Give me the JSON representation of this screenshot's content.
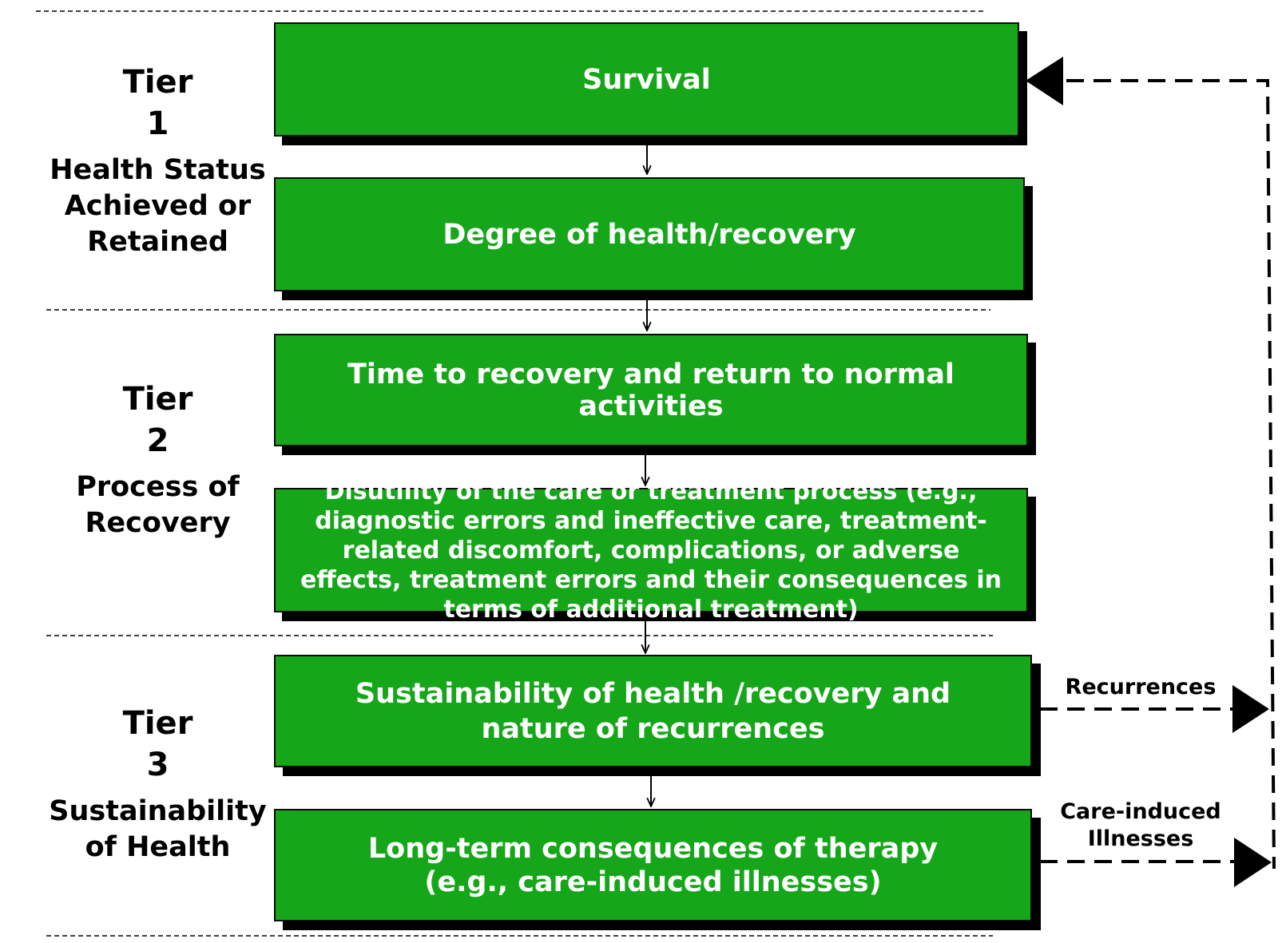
{
  "tiers": [
    {
      "title_line1": "Tier",
      "title_line2": "1",
      "description": "Health Status Achieved or Retained"
    },
    {
      "title_line1": "Tier",
      "title_line2": "2",
      "description": "Process of Recovery"
    },
    {
      "title_line1": "Tier",
      "title_line2": "3",
      "description": "Sustainability of Health"
    }
  ],
  "boxes": [
    {
      "text": "Survival"
    },
    {
      "text": "Degree of  health/recovery"
    },
    {
      "text": "Time to recovery and return to normal activities"
    },
    {
      "text": "Disutility of the care or treatment process (e.g., diagnostic errors and ineffective care, treatment-related discomfort, complications, or adverse effects, treatment errors and their consequences in terms of additional treatment)"
    },
    {
      "text": "Sustainability of  health /recovery and nature of recurrences"
    },
    {
      "text": "Long-term consequences  of therapy  (e.g., care-induced illnesses)"
    }
  ],
  "feedback": {
    "recurrences": "Recurrences",
    "care_induced": "Care-induced Illnesses"
  },
  "colors": {
    "box_fill": "#15a719",
    "box_text": "#ffffff",
    "shadow": "#000000",
    "lines": "#000000"
  }
}
